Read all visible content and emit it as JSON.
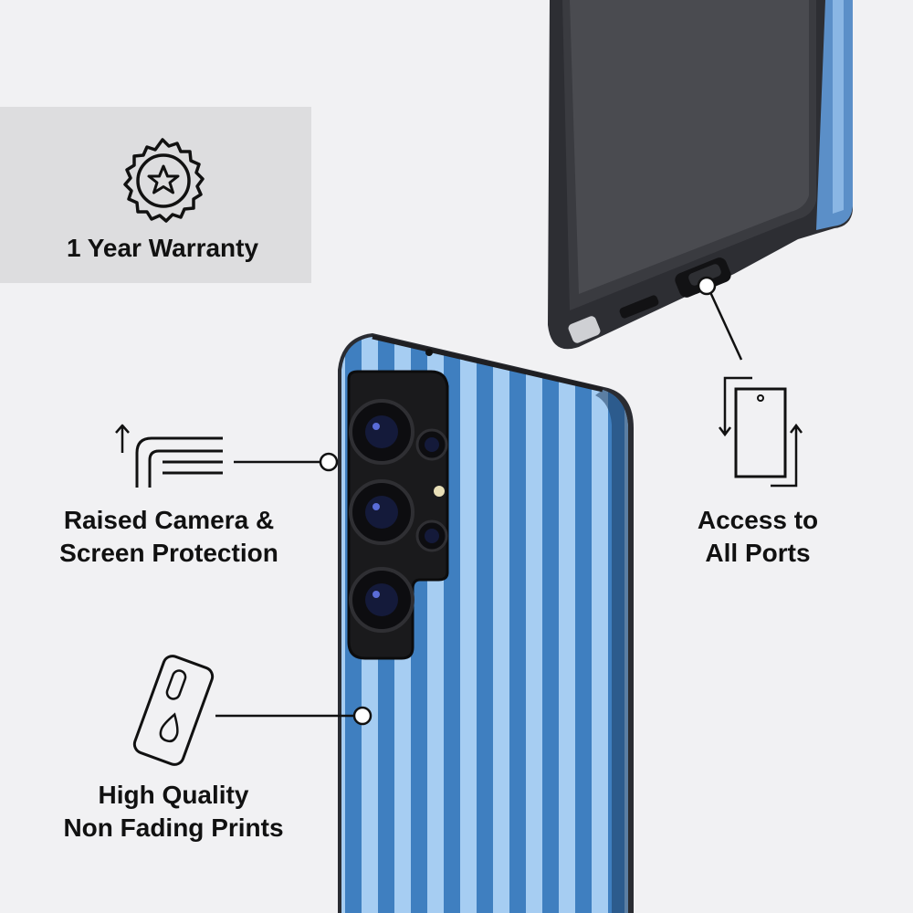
{
  "features": {
    "warranty": {
      "label": "1 Year Warranty",
      "icon": "badge-star-icon"
    },
    "camera": {
      "line1": "Raised Camera &",
      "line2": "Screen Protection",
      "icon": "raised-edge-icon"
    },
    "ports": {
      "line1": "Access to",
      "line2": "All Ports",
      "icon": "phone-rotate-icon"
    },
    "prints": {
      "line1": "High Quality",
      "line2": "Non Fading Prints",
      "icon": "phone-drop-icon"
    }
  },
  "colors": {
    "background": "#f1f1f3",
    "panel": "#dddddf",
    "stripe_light": "#a6cdf2",
    "stripe_dark": "#3f7fc0",
    "case_black": "#1b1b1d",
    "text": "#111111"
  }
}
